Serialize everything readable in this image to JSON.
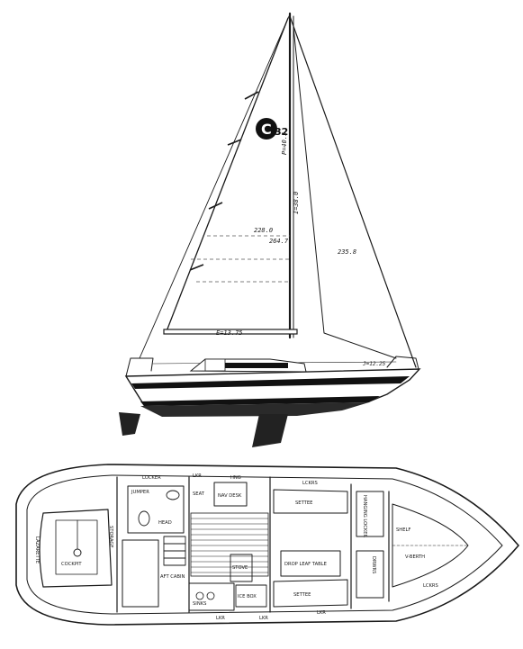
{
  "profile": {
    "logo_text": "C",
    "logo_number": "32",
    "dim_p": "P=40.5",
    "dim_i": "I=38.0",
    "dim_228": "228.0",
    "dim_j": "J=12.25",
    "dim_264": "264.7",
    "dim_e": "E=13.75",
    "dim_235": "235.8"
  },
  "plan": {
    "labels": {
      "locker": "LOCKER",
      "locker2": "LKR",
      "hanging": "HNG",
      "lockers_top": "LCKRS",
      "seat": "SEAT",
      "nav_desk": "NAV DESK",
      "settee_top": "SETTEE",
      "settee_bottom": "SETTEE",
      "head": "HEAD",
      "jumper": "JUMPER",
      "cockpit": "COCKPIT",
      "lazarette": "LAZARETTE",
      "storage": "STORAGE",
      "aft_cabin": "AFT CABIN",
      "drop_leaf_table": "DROP LEAF TABLE",
      "ice_box": "ICE BOX",
      "stove": "STOVE",
      "sinks": "SINKS",
      "lkr_bottom1": "LKR",
      "lkr_bottom2": "LKR",
      "lkr_bottom3": "LKR",
      "shelf": "SHELF",
      "v_berth": "V-BERTH",
      "drawers": "DRWRS",
      "hanging_locker": "HANGING LOCKER",
      "lockers_bottom": "LCKRS"
    }
  }
}
